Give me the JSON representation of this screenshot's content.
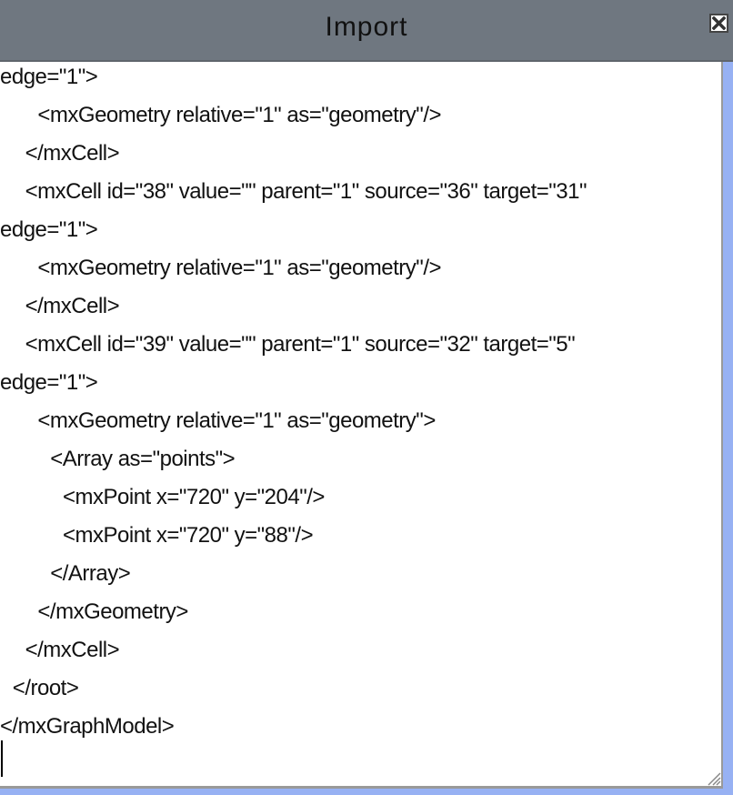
{
  "dialog": {
    "title": "Import",
    "close_icon": "close-icon"
  },
  "editor": {
    "lines": [
      {
        "text": "edge=\"1\">",
        "indent": 0
      },
      {
        "text": "<mxGeometry relative=\"1\" as=\"geometry\"/>",
        "indent": 3
      },
      {
        "text": "</mxCell>",
        "indent": 2
      },
      {
        "text": "<mxCell id=\"38\" value=\"\" parent=\"1\" source=\"36\" target=\"31\"",
        "indent": 2
      },
      {
        "text": "edge=\"1\">",
        "indent": 0
      },
      {
        "text": "<mxGeometry relative=\"1\" as=\"geometry\"/>",
        "indent": 3
      },
      {
        "text": "</mxCell>",
        "indent": 2
      },
      {
        "text": "<mxCell id=\"39\" value=\"\" parent=\"1\" source=\"32\" target=\"5\"",
        "indent": 2
      },
      {
        "text": "edge=\"1\">",
        "indent": 0
      },
      {
        "text": "<mxGeometry relative=\"1\" as=\"geometry\">",
        "indent": 3
      },
      {
        "text": "<Array as=\"points\">",
        "indent": 4
      },
      {
        "text": "<mxPoint x=\"720\" y=\"204\"/>",
        "indent": 5
      },
      {
        "text": "<mxPoint x=\"720\" y=\"88\"/>",
        "indent": 5
      },
      {
        "text": "</Array>",
        "indent": 4
      },
      {
        "text": "</mxGeometry>",
        "indent": 3
      },
      {
        "text": "</mxCell>",
        "indent": 2
      },
      {
        "text": "</root>",
        "indent": 1
      },
      {
        "text": "</mxGraphModel>",
        "indent": 0
      }
    ]
  }
}
